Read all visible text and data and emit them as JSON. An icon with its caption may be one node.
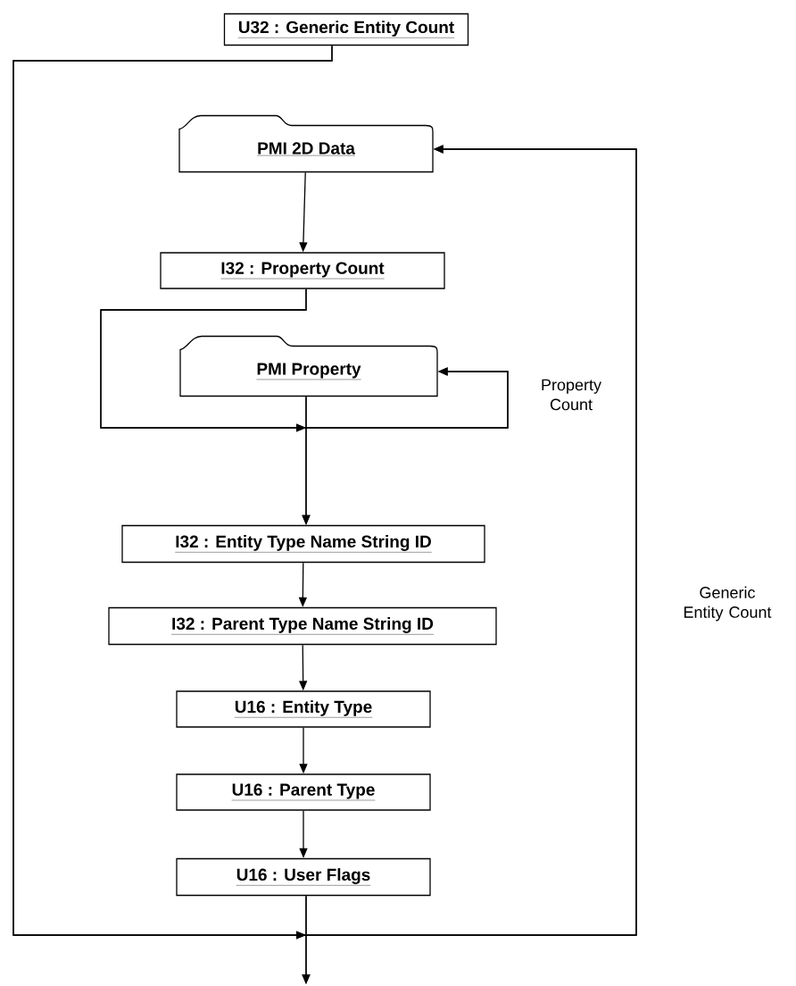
{
  "diagram": {
    "nodes": [
      {
        "text": [
          "U32 : Generic Entity Count"
        ]
      },
      {
        "text": [
          "PMI 2D Data"
        ]
      },
      {
        "text": [
          "I32 : Property Count"
        ]
      },
      {
        "text": [
          "PMI Property"
        ]
      },
      {
        "text": [
          "I32 : Entity Type Name String ID"
        ]
      },
      {
        "text": [
          "I32 : Parent Type Name String ID"
        ]
      },
      {
        "text": [
          "U16 : Entity Type"
        ]
      },
      {
        "text": [
          "U16 : Parent Type"
        ]
      },
      {
        "text": [
          "U16 : User Flags"
        ]
      }
    ],
    "edges": [
      {
        "from": 0,
        "to": 1,
        "arrow": "to"
      },
      {
        "from": 1,
        "to": 2,
        "arrow": "to"
      },
      {
        "from": 2,
        "to": 3,
        "arrow": "to"
      },
      {
        "from": 2,
        "to": 4,
        "arrow": "to"
      },
      {
        "from": 3,
        "to": 4,
        "arrow": "to"
      },
      {
        "from": 3,
        "to": 3,
        "arrow": "to",
        "label": "Property Count"
      },
      {
        "from": 4,
        "to": 5,
        "arrow": "to"
      },
      {
        "from": 5,
        "to": 6,
        "arrow": "to"
      },
      {
        "from": 6,
        "to": 7,
        "arrow": "to"
      },
      {
        "from": 7,
        "to": 8,
        "arrow": "to"
      },
      {
        "from": 8,
        "to": 1,
        "arrow": "to",
        "label": "Generic Entity Count"
      },
      {
        "from": 8,
        "to": null,
        "arrow": "to"
      },
      {
        "from": 0,
        "to": null,
        "arrow": "to"
      }
    ]
  }
}
